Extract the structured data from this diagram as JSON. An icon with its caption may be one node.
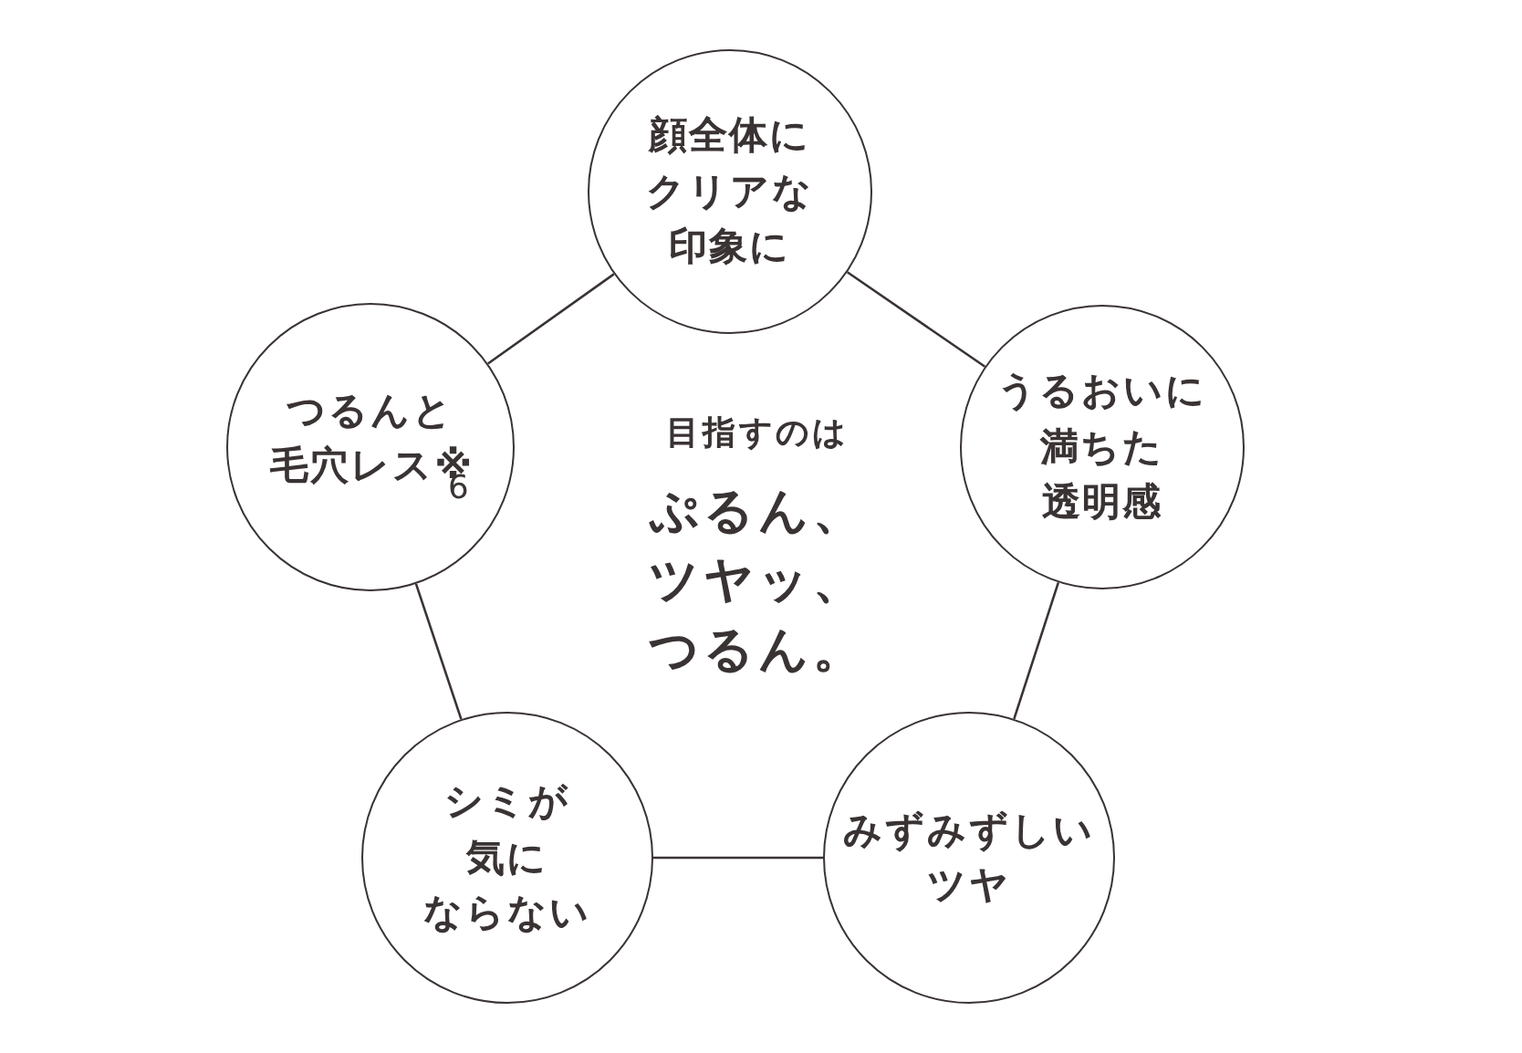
{
  "diagram": {
    "nodes": [
      {
        "text": [
          "顔全体にクリアな印象に"
        ]
      },
      {
        "text": [
          "つるんと毛穴レス※$_{6}$"
        ]
      },
      {
        "text": [
          "うるおいに満ちた透明感"
        ]
      },
      {
        "text": [
          "シミが気にならない"
        ]
      },
      {
        "text": [
          "みずみずしいツヤ"
        ]
      }
    ],
    "edges": [
      {
        "from": 0,
        "to": 2,
        "arrow": "none"
      },
      {
        "from": 2,
        "to": 4,
        "arrow": "none"
      },
      {
        "from": 4,
        "to": 3,
        "arrow": "none"
      },
      {
        "from": 3,
        "to": 1,
        "arrow": "none"
      },
      {
        "from": 1,
        "to": 0,
        "arrow": "none"
      }
    ],
    "labels": [
      "目指すのは",
      "ぷるん、ツヤッ、つるん。"
    ]
  }
}
